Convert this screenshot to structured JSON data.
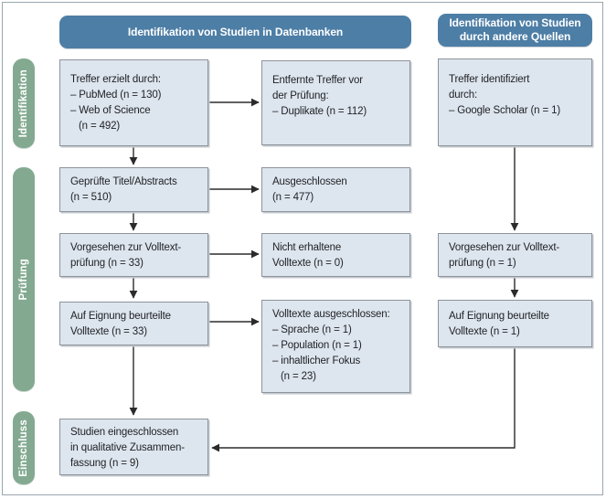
{
  "diagram": {
    "title_databases": "Identifikation von Studien in Datenbanken",
    "title_other_line1": "Identifikation von Studien",
    "title_other_line2": "durch andere Quellen"
  },
  "stages": {
    "identification": "Identifikation",
    "screening": "Prüfung",
    "inclusion": "Einschluss"
  },
  "boxes": {
    "db_hits": {
      "lines": [
        "Treffer erzielt durch:",
        "– PubMed (n = 130)",
        "– Web of Science",
        "(n = 492)"
      ]
    },
    "removed_before_screening": {
      "lines": [
        "Entfernte Treffer vor",
        "der Prüfung:",
        "– Duplikate (n = 112)"
      ]
    },
    "screened": {
      "lines": [
        "Geprüfte Titel/Abstracts",
        "(n = 510)"
      ]
    },
    "excluded": {
      "lines": [
        "Ausgeschlossen",
        "(n = 477)"
      ]
    },
    "fulltext_planned": {
      "lines": [
        "Vorgesehen zur Volltext-",
        "prüfung (n = 33)"
      ]
    },
    "not_retrieved": {
      "lines": [
        "Nicht erhaltene",
        "Volltexte (n = 0)"
      ]
    },
    "fulltext_assessed": {
      "lines": [
        "Auf Eignung beurteilte",
        "Volltexte (n = 33)"
      ]
    },
    "fulltext_excluded": {
      "lines": [
        "Volltexte ausgeschlossen:",
        "– Sprache (n = 1)",
        "– Population (n = 1)",
        "– inhaltlicher Fokus",
        "(n = 23)"
      ]
    },
    "included": {
      "lines": [
        "Studien eingeschlossen",
        "in qualitative Zusammen-",
        "fassung (n = 9)"
      ]
    },
    "other_hits": {
      "lines": [
        "Treffer identifiziert",
        "durch:",
        "– Google Scholar (n = 1)"
      ]
    },
    "other_fulltext_planned": {
      "lines": [
        "Vorgesehen zur Volltext-",
        "prüfung (n = 1)"
      ]
    },
    "other_fulltext_assessed": {
      "lines": [
        "Auf Eignung beurteilte",
        "Volltexte (n = 1)"
      ]
    }
  },
  "colors": {
    "header_blue": "#4d7ea6",
    "stage_green": "#83aa91",
    "box_fill": "#dde5ee",
    "box_border": "#8e949b",
    "arrow": "#2b2b2b",
    "frame_border": "#9aa6af"
  }
}
